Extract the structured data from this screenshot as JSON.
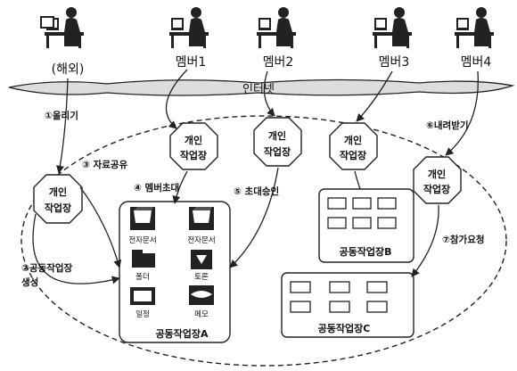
{
  "users": {
    "overseas": "(해외)",
    "member1": "멤버1",
    "member2": "멤버2",
    "member3": "멤버3",
    "member4": "멤버4"
  },
  "internet": "인터넷",
  "personal_workspace": {
    "line1": "개인",
    "line2": "작업장"
  },
  "steps": {
    "s1": "①올리기",
    "s2_line1": "②공동작업장",
    "s2_line2": "생성",
    "s3": "③ 자료공유",
    "s4": "④ 멤버초대",
    "s5": "⑤ 초대승인",
    "s6": "⑥내려받기",
    "s7": "⑦참가요청"
  },
  "workspace_a": {
    "label": "공동작업장A",
    "icons": [
      "전자문서",
      "전자문서",
      "폴더",
      "토론",
      "일정",
      "메모"
    ]
  },
  "workspace_b": {
    "label": "공동작업장B"
  },
  "workspace_c": {
    "label": "공동작업장C"
  }
}
